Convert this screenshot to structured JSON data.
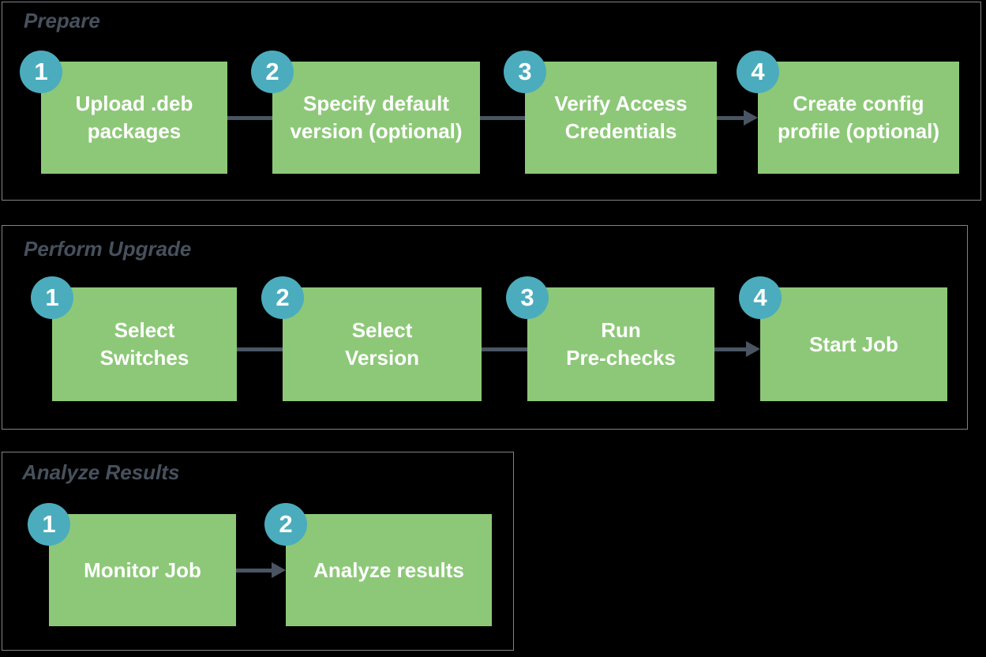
{
  "colors": {
    "background": "#000000",
    "panel_border": "#7F8488",
    "title_slate": "#47515D",
    "step_green": "#8DC878",
    "step_text": "#FFFFFF",
    "badge_teal": "#4BACBD",
    "badge_text": "#FFFFFF",
    "connector_slate": "#4A5563"
  },
  "sections": [
    {
      "title": "Prepare",
      "steps": [
        {
          "number": "1",
          "label": "Upload .deb\npackages"
        },
        {
          "number": "2",
          "label": "Specify default\nversion (optional)"
        },
        {
          "number": "3",
          "label": "Verify Access\nCredentials"
        },
        {
          "number": "4",
          "label": "Create config\nprofile (optional)"
        }
      ]
    },
    {
      "title": "Perform Upgrade",
      "steps": [
        {
          "number": "1",
          "label": "Select\nSwitches"
        },
        {
          "number": "2",
          "label": "Select\nVersion"
        },
        {
          "number": "3",
          "label": "Run\nPre-checks"
        },
        {
          "number": "4",
          "label": "Start Job"
        }
      ]
    },
    {
      "title": "Analyze Results",
      "steps": [
        {
          "number": "1",
          "label": "Monitor Job"
        },
        {
          "number": "2",
          "label": "Analyze results"
        }
      ]
    }
  ]
}
